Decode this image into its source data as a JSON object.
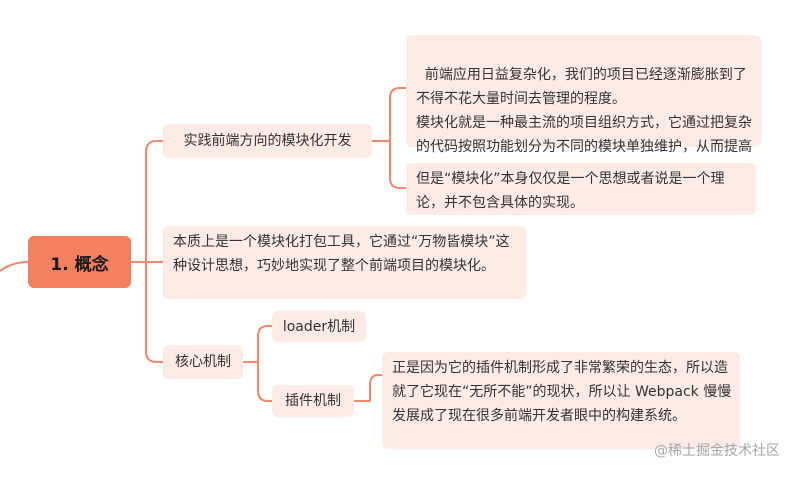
{
  "mindmap": {
    "root": "1. 概念",
    "practice": {
      "label": "实践前端方向的模块化开发",
      "note1": "前端应用日益复杂化，我们的项目已经逐渐膨胀到了不得不花大量时间去管理的程度。\n模块化就是一种最主流的项目组织方式，它通过把复杂的代码按照功能划分为不同的模块单独维护，从而提高开发效率、降低维护成本。",
      "note2": "但是“模块化”本身仅仅是一个思想或者说是一个理论，并不包含具体的实现。"
    },
    "essence": "本质上是一个模块化打包工具，它通过“万物皆模块”这种设计思想，巧妙地实现了整个前端项目的模块化。",
    "core": {
      "label": "核心机制",
      "loader": "loader机制",
      "plugin": "插件机制",
      "plugin_note": "正是因为它的插件机制形成了非常繁荣的生态，所以造就了它现在“无所不能”的现状，所以让 Webpack 慢慢发展成了现在很多前端开发者眼中的构建系统。"
    }
  },
  "watermark": "@稀土掘金技术社区",
  "colors": {
    "root": "#f4805f",
    "node": "#fdebe6",
    "line": "#f08a6a"
  }
}
